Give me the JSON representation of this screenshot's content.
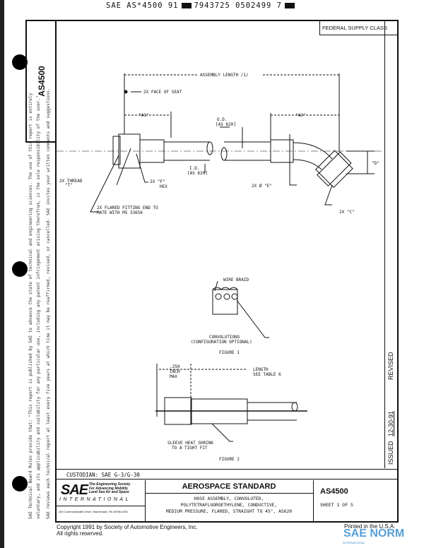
{
  "header_line": {
    "left": "SAE AS*4500 91",
    "middle": "7943725 0502499 7"
  },
  "side_number": "AS4500",
  "federal_supply_class": "FEDERAL SUPPLY CLASS",
  "side_notice": {
    "line1": "SAE Technical Board Rules provide that: \"This report is published by SAE to advance the state of technical and engineering sciences. The use of this report is entirely",
    "line2": "voluntary, and its applicability and suitability for any particular use, including any patent infringement arising therefrom, is the sole responsibility of the user.\"",
    "line3": "SAE reviews each technical report at least every five years at which time it may be reaffirmed, revised, or cancelled. SAE invites your written comments and suggestions."
  },
  "figure1": {
    "assembly_length": "ASSEMBLY LENGTH /1/",
    "face_of_seat": "2X FACE OF SEAT",
    "a1": "\"A1\"",
    "a2": "\"A2\"",
    "od": "O.D.",
    "od_ref": "[AS 620]",
    "id": "I.D.",
    "id_ref": "[AS 620]",
    "d": "\"D\"",
    "thread": "2X THREAD",
    "thread_t": "\"T\"",
    "hex": "2X \"F\"",
    "hex2": "HEX",
    "dia_e": "2X Ø \"E\"",
    "c": "2X \"C\"",
    "flared1": "2X FLARED FITTING END TO",
    "flared2": "MATE WITH MS 33656",
    "wire_braid": "WIRE BRAID",
    "convolutions": "CONVOLUTIONS",
    "config": "(CONFIGURATION OPTIONAL)",
    "caption": "FIGURE 1"
  },
  "figure2": {
    "dim1": ".250",
    "dim2": "INCH",
    "dim3": "MAX",
    "length": "LENGTH",
    "see_table": "SEE TABLE 6",
    "sleeve1": "SLEEVE HEAT SHRINK",
    "sleeve2": "TO A TIGHT FIT",
    "caption": "FIGURE 2"
  },
  "revision": {
    "issued_label": "ISSUED",
    "issued_date": "12-30-91",
    "revised_label": "REVISED"
  },
  "custodian": "CUSTODIAN:  SAE G-3/G-30",
  "logo": {
    "mark": "SAE",
    "tag1": "The Engineering Society",
    "tag2": "For Advancing Mobility",
    "tag3": "Land Sea Air and Space",
    "intl": "INTERNATIONAL",
    "address": "400 Commonwealth Drive, Warrendale, PA 15096-0001"
  },
  "title_block": {
    "heading": "AEROSPACE STANDARD",
    "line1": "HOSE ASSEMBLY, CONVOLUTED,",
    "line2": "POLYTETRAFLUOROETHYLENE, CONDUCTIVE,",
    "line3": "MEDIUM PRESSURE, FLARED, STRAIGHT TO 45°, AS620",
    "number": "AS4500",
    "sheet": "SHEET 1 OF 5"
  },
  "footer": {
    "copyright1": "Copyright 1991 by Society of Automotive Engineers, Inc.",
    "copyright2": "All rights reserved.",
    "printed": "Printed in the U.S.A.",
    "watermark": "SAE NORM",
    "watermark_sub": "INTERNATIONAL"
  },
  "colors": {
    "ink": "#111111",
    "watermark": "#3a8fd0"
  }
}
